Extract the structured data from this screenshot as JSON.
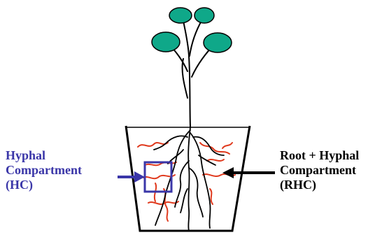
{
  "labels": {
    "hyphal": {
      "lines": [
        "Hyphal",
        "Compartment",
        "(HC)"
      ],
      "color": "#3a36a8"
    },
    "root_hyphal": {
      "lines": [
        "Root + Hyphal",
        "Compartment",
        "(RHC)"
      ],
      "color": "#000000"
    }
  },
  "colors": {
    "leaf": "#0fa889",
    "root": "#000000",
    "hyphae": "#e03a1e",
    "compartment_box": "#3a36a8",
    "pot": "#000000"
  }
}
